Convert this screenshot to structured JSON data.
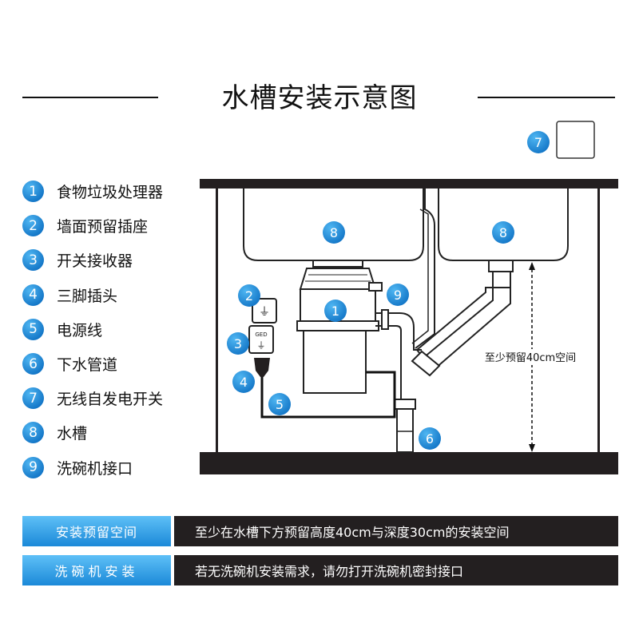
{
  "title": "水槽安装示意图",
  "legend": [
    {
      "num": "1",
      "label": "食物垃圾处理器"
    },
    {
      "num": "2",
      "label": "墙面预留插座"
    },
    {
      "num": "3",
      "label": "开关接收器"
    },
    {
      "num": "4",
      "label": "三脚插头"
    },
    {
      "num": "5",
      "label": "电源线"
    },
    {
      "num": "6",
      "label": "下水管道"
    },
    {
      "num": "7",
      "label": "无线自发电开关"
    },
    {
      "num": "8",
      "label": "水槽"
    },
    {
      "num": "9",
      "label": "洗碗机接口"
    }
  ],
  "diagram": {
    "badges": {
      "b1": "1",
      "b2": "2",
      "b3": "3",
      "b4": "4",
      "b5": "5",
      "b6": "6",
      "b7": "7",
      "b8a": "8",
      "b8b": "8",
      "b9": "9"
    },
    "height_note": "至少预留40cm空间",
    "receiver_mark": "GED"
  },
  "bars": [
    {
      "label": "安装预留空间",
      "text": "至少在水槽下方预留高度40cm与深度30cm的安装空间"
    },
    {
      "label": "洗碗机安装",
      "text": "若无洗碗机安装需求，请勿打开洗碗机密封接口"
    }
  ],
  "colors": {
    "badge": "#1a7fd0",
    "bar_blue": "#2d9be3",
    "bar_dark": "#231f20",
    "line": "#111111"
  }
}
